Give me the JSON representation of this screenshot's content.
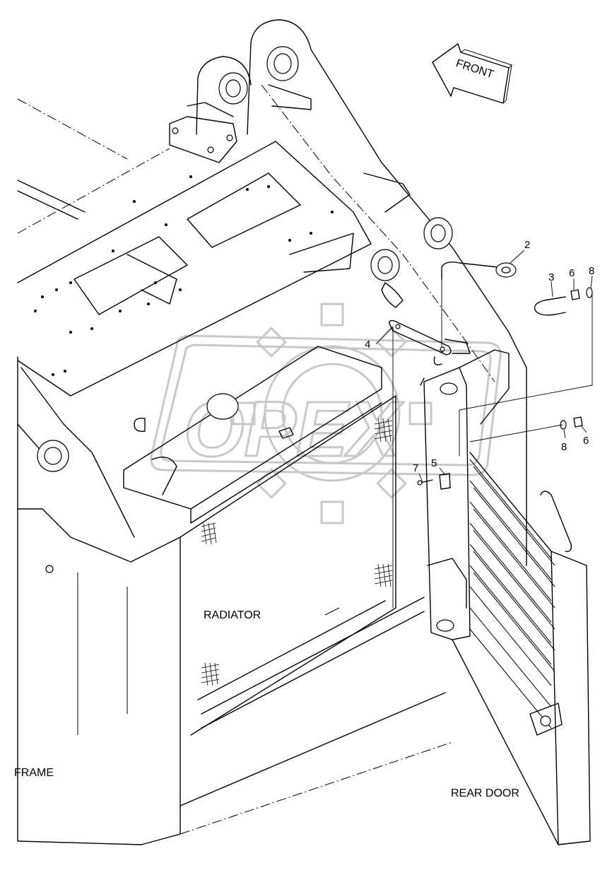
{
  "watermark": "OPEX",
  "direction_arrow": "FRONT",
  "labels": {
    "radiator": "RADIATOR",
    "frame": "FRAME",
    "rear_door": "REAR DOOR"
  },
  "callouts": {
    "c2": "2",
    "c3": "3",
    "c4": "4",
    "c5": "5",
    "c6a": "6",
    "c6b": "6",
    "c7": "7",
    "c8a": "8",
    "c8b": "8"
  }
}
